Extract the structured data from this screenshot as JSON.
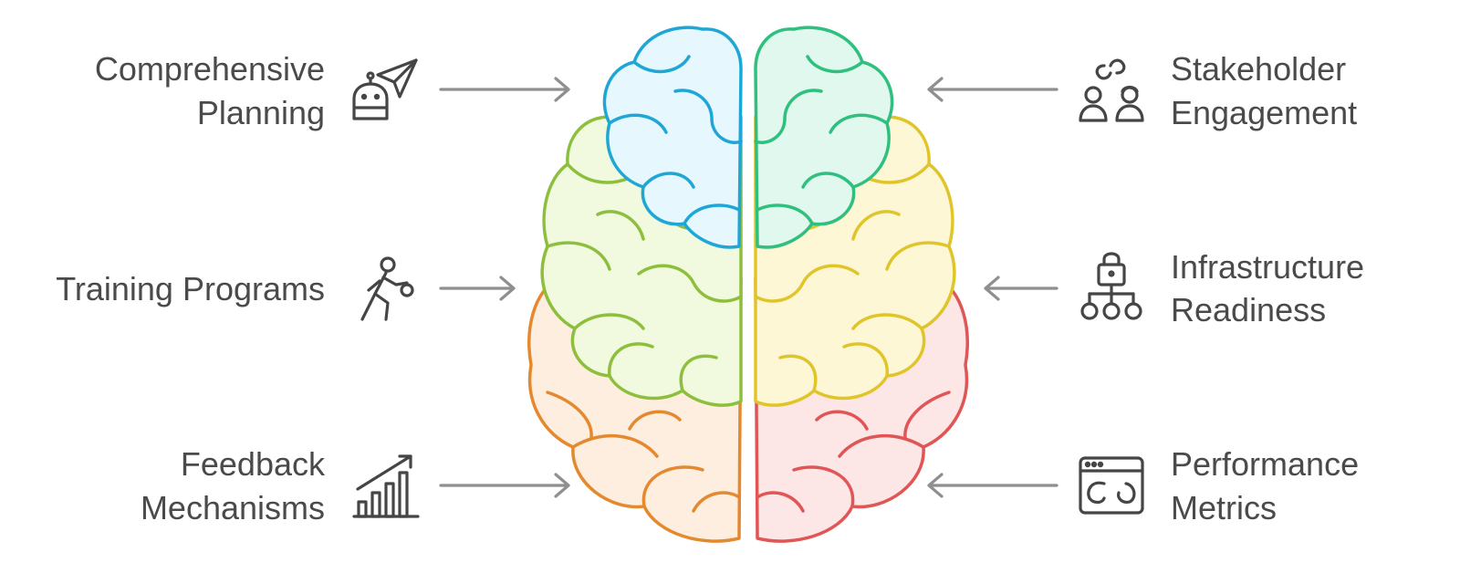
{
  "labels": {
    "comprehensive_planning": [
      "Comprehensive",
      "Planning"
    ],
    "training_programs": [
      "Training Programs"
    ],
    "feedback_mechanisms": [
      "Feedback",
      "Mechanisms"
    ],
    "stakeholder_engagement": [
      "Stakeholder",
      "Engagement"
    ],
    "infrastructure_readiness": [
      "Infrastructure",
      "Readiness"
    ],
    "performance_metrics": [
      "Performance",
      "Metrics"
    ]
  },
  "icons": {
    "comprehensive_planning": "robot-paper-plane-icon",
    "training_programs": "person-lifting-icon",
    "feedback_mechanisms": "rising-bar-chart-icon",
    "stakeholder_engagement": "linked-people-icon",
    "infrastructure_readiness": "locked-network-icon",
    "performance_metrics": "dashboard-window-icon"
  },
  "colors": {
    "text": "#4a4a4a",
    "icon": "#454545",
    "arrow": "#8f8f8f",
    "blue_lobe": "#1ea7d6",
    "blue_fill": "#e6f7fd",
    "green_lobe": "#8dbf3d",
    "green_fill": "#f1f9df",
    "orange_lobe": "#e5892f",
    "orange_fill": "#fdeee0",
    "teal_lobe": "#2fbf7e",
    "teal_fill": "#e0f8ee",
    "yellow_lobe": "#e0c52a",
    "yellow_fill": "#fdf7d6",
    "red_lobe": "#e05555",
    "red_fill": "#fde6e6"
  }
}
